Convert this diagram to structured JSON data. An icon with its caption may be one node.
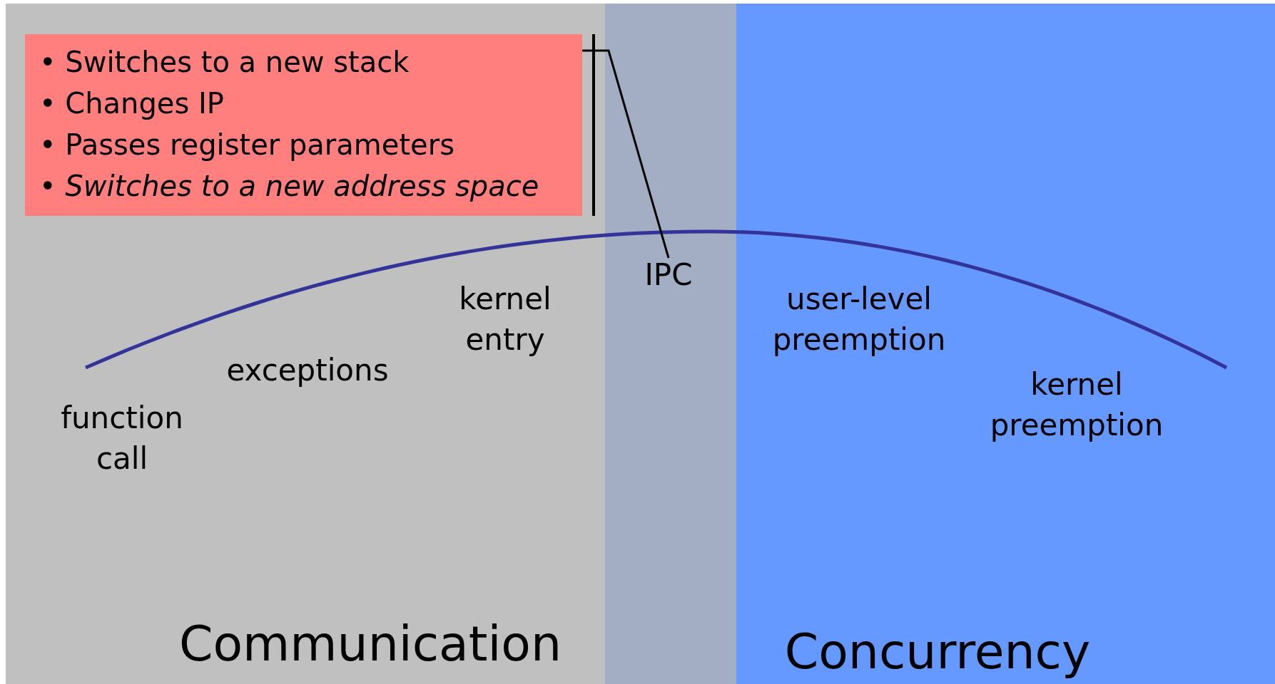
{
  "diagram": {
    "nodes": [
      {
        "text": [
          "Communication"
        ]
      },
      {
        "text": [
          "• Switches to a new stack",
          "• Changes IP",
          "• Passes register parameters",
          "• *Switches to a new address space*"
        ],
        "in": 0
      },
      {
        "text": [],
        "shape": "box"
      },
      {
        "text": [
          "IPC"
        ],
        "in": 2
      },
      {
        "text": [
          "Concurrency"
        ]
      }
    ],
    "edges": [
      {
        "from": 1,
        "to": 3,
        "arrow": "none"
      }
    ],
    "labels": [
      "kernel entry",
      "user-level preemption",
      "exceptions",
      "kernel preemption",
      "function call"
    ]
  }
}
